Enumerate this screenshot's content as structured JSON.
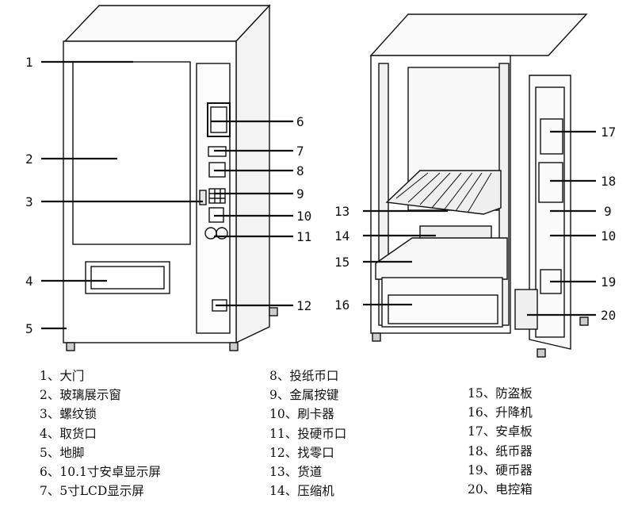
{
  "callouts_left": [
    "1",
    "2",
    "3",
    "4",
    "5",
    "6",
    "7",
    "8",
    "9",
    "10",
    "11",
    "12"
  ],
  "callouts_right": [
    "13",
    "14",
    "15",
    "16",
    "17",
    "18",
    "9",
    "10",
    "19",
    "20"
  ],
  "legend_col1": [
    "1、大门",
    "2、玻璃展示窗",
    "3、螺纹锁",
    "4、取货口",
    "5、地脚",
    "6、10.1寸安卓显示屏",
    "7、5寸LCD显示屏"
  ],
  "legend_col2": [
    "8、投纸币口",
    "9、金属按键",
    "10、刷卡器",
    "11、投硬币口",
    "12、找零口",
    "13、货道",
    "14、压缩机"
  ],
  "legend_col3": [
    "15、防盗板",
    "16、升降机",
    "17、安卓板",
    "18、纸币器",
    "19、硬币器",
    "20、电控箱"
  ]
}
